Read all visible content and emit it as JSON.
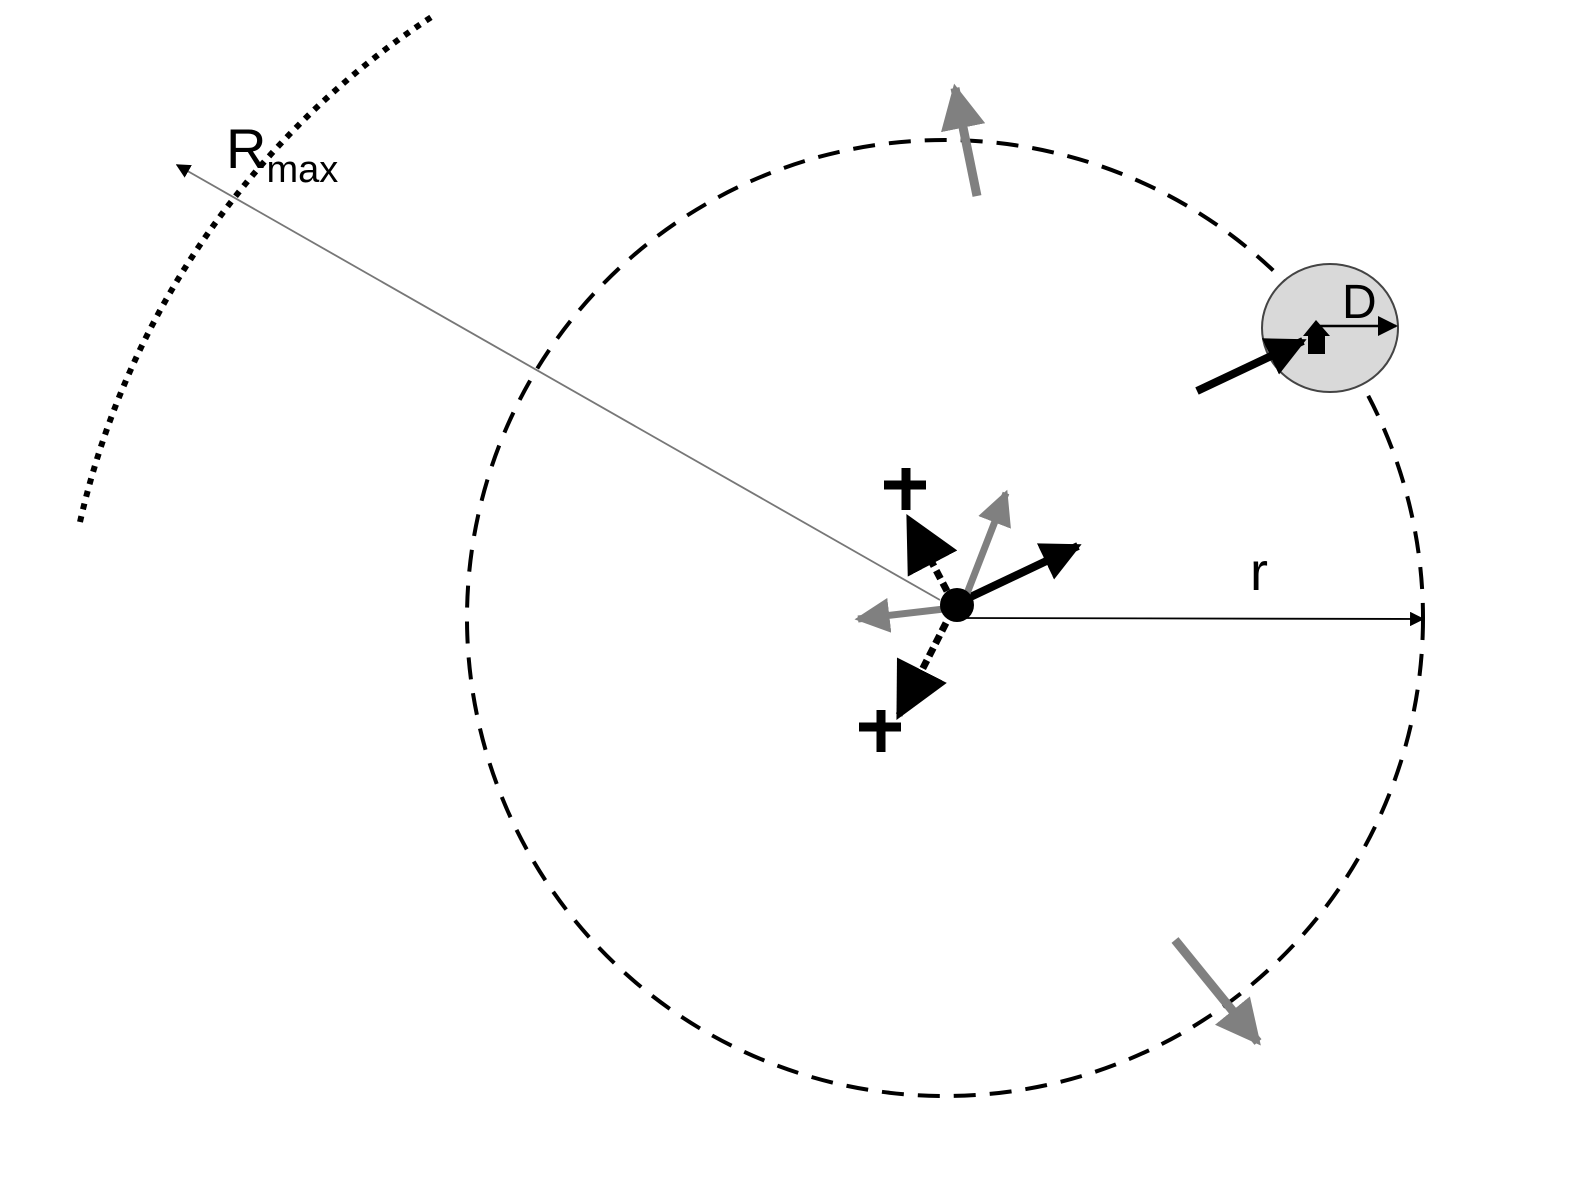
{
  "labels": {
    "rmax_main": "R",
    "rmax_sub": "max",
    "r": "r",
    "d": "D"
  },
  "colors": {
    "background": "#ffffff",
    "black": "#000000",
    "gray_arrow": "#808080",
    "target_fill": "#d9d9d9",
    "thin_line": "#666666"
  }
}
